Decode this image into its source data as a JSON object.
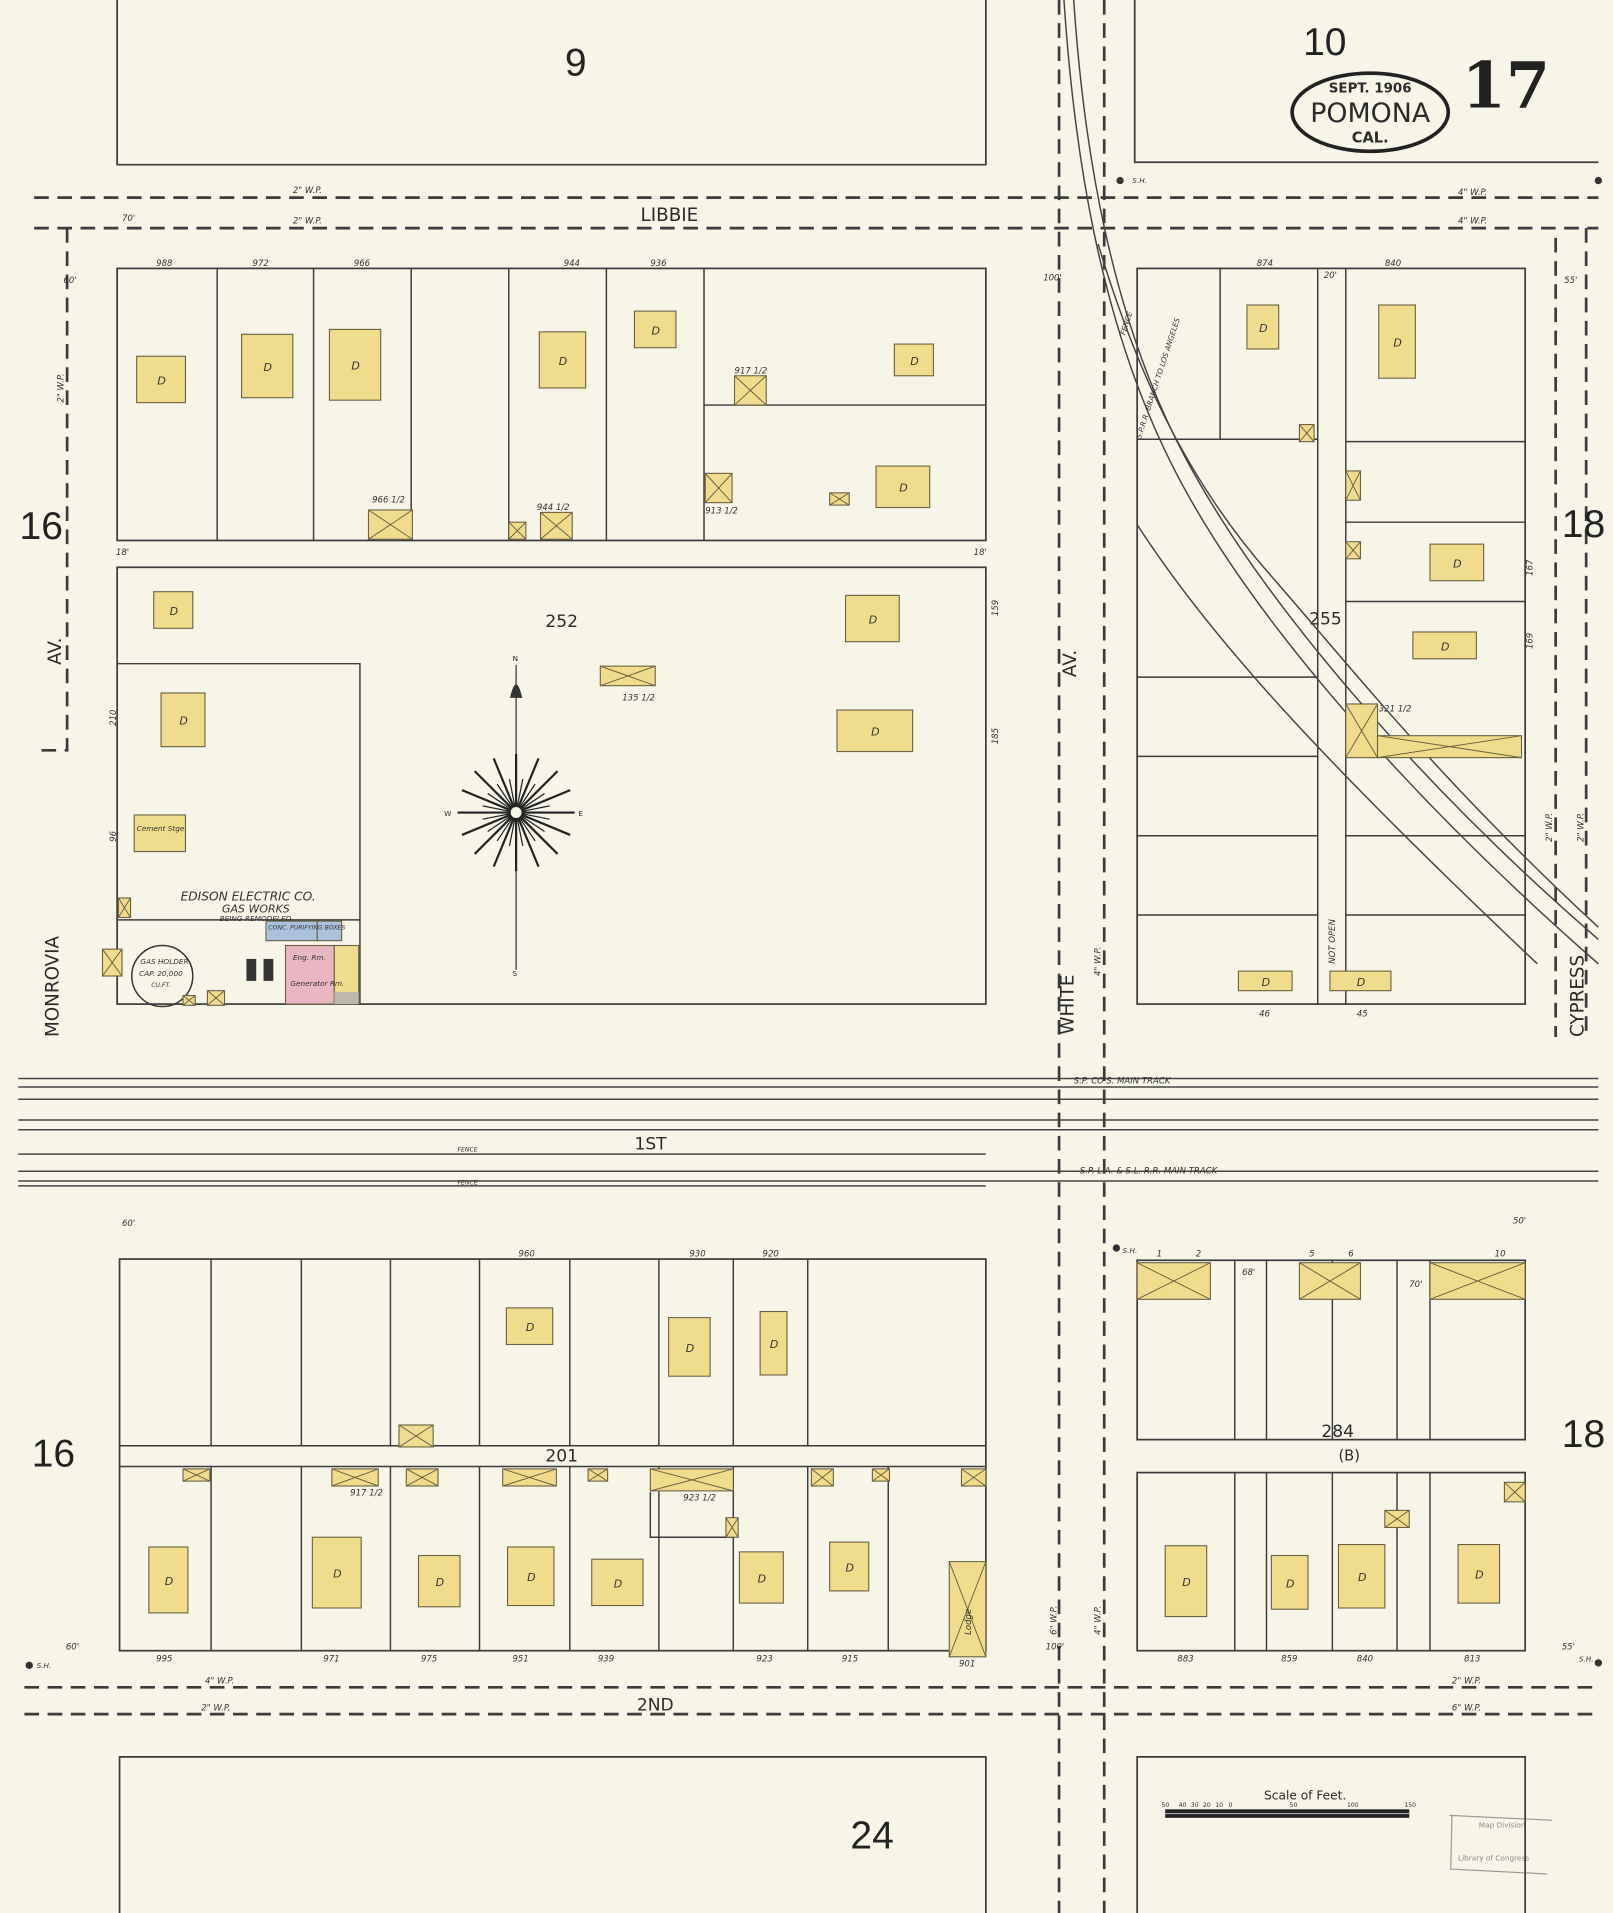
{
  "sheet": {
    "page_number": "17",
    "stamp": {
      "date": "SEPT. 1906",
      "city": "POMONA",
      "state": "CAL."
    },
    "adjoining_sheets": {
      "north_left": "9",
      "north_right": "10",
      "west_top": "16",
      "west_bottom": "16",
      "east_top": "18",
      "east_bottom": "18",
      "south": "24"
    }
  },
  "streets": {
    "libbie": "LIBBIE",
    "first": "1ST",
    "second": "2ND",
    "monrovia": "MONROVIA",
    "monrovia_suffix": "AV.",
    "white": "WHITE",
    "white_suffix": "AV.",
    "cypress": "CYPRESS",
    "not_open": "NOT OPEN",
    "water_pipe_2": "2\" W.P.",
    "water_pipe_4": "4\" W.P.",
    "water_pipe_6": "6\" W.P.",
    "fence": "FENCE",
    "sh": "S.H."
  },
  "railroads": {
    "sp_main": "S.P. CO'S. MAIN TRACK",
    "salt_lake_main": "S.P.  L.A. & S.L. R.R. MAIN TRACK",
    "branch": "S.P.R.R. BRANCH TO LOS ANGELES",
    "branch_fence": "FENCE"
  },
  "blocks": {
    "b252": "252",
    "b255": "255",
    "b201": "201",
    "b284": "284",
    "b284_note": "(B)"
  },
  "house_numbers": {
    "libbie_south": [
      "988",
      "972",
      "966",
      "944",
      "936",
      "874",
      "840"
    ],
    "rear": [
      "966 1/2",
      "944 1/2",
      "917 1/2",
      "913 1/2",
      "135 1/2",
      "923 1/2",
      "917 1/2",
      "321 1/2"
    ],
    "first_north": [
      "960",
      "930",
      "920"
    ],
    "second_north": [
      "995",
      "971",
      "975",
      "951",
      "939",
      "923",
      "915",
      "901",
      "883",
      "859",
      "840",
      "813"
    ],
    "cypress_lots": [
      "46",
      "45"
    ],
    "tracks_lots": [
      "1",
      "2",
      "5",
      "6",
      "10"
    ]
  },
  "dimensions": [
    "70'",
    "60'",
    "100'",
    "55'",
    "50'",
    "20'",
    "18'",
    "210",
    "96",
    "159",
    "185",
    "167",
    "169",
    "60'",
    "68'",
    "70'"
  ],
  "compass": {
    "n": "N",
    "s": "S",
    "e": "E",
    "w": "W"
  },
  "edison": {
    "name": "EDISON ELECTRIC CO.",
    "sub": "GAS WORKS",
    "note": "BEING REMODELED",
    "gas_holder": "GAS HOLDER",
    "gas_holder_cap": "CAP. 20,000",
    "gas_holder_unit": "CU.FT.",
    "purifying": "CONC. PURIFYING BOXES",
    "engine_room": "Eng. Rm.",
    "generator_room": "Generator Rm.",
    "cement_stge": "Cement Stge."
  },
  "building_labels": {
    "dwelling": "D",
    "lodge": "Lodge"
  },
  "scale": {
    "title": "Scale of Feet.",
    "ticks": [
      "50",
      "40",
      "30",
      "20",
      "10",
      "0",
      "50",
      "100",
      "150"
    ]
  },
  "library_stamp": {
    "line1": "Map Division",
    "line2": "Library of Congress"
  },
  "colors": {
    "paper": "#f7f4e8",
    "frame_building": "#f1dc8e",
    "brick_building": "#e9b6c2",
    "stone_concrete": "#a9c3df",
    "ink": "#3b3b3b"
  }
}
